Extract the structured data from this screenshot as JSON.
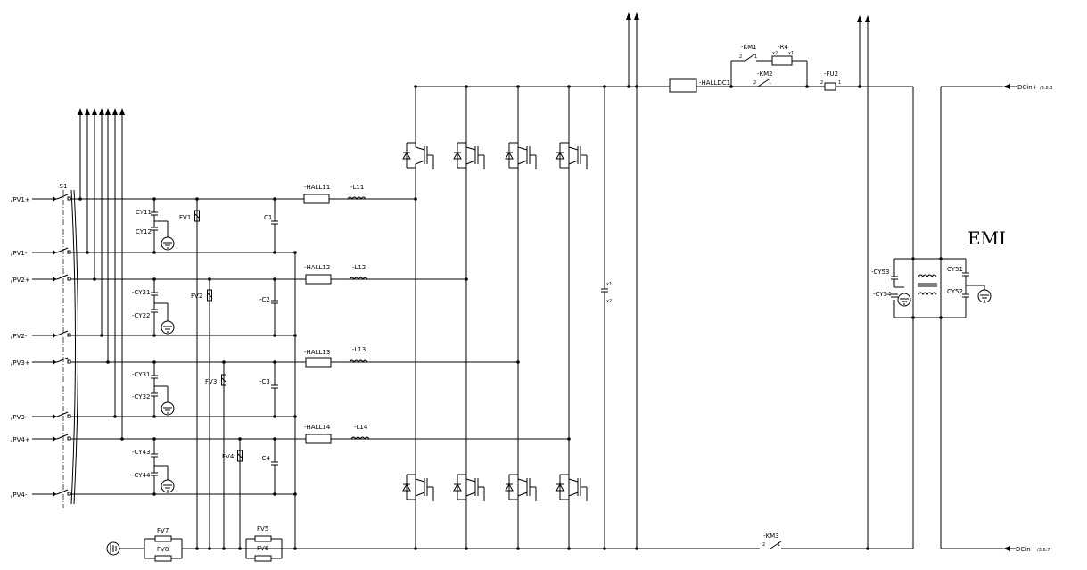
{
  "labels": {
    "pv1p": "/PV1+",
    "pv1n": "/PV1-",
    "pv2p": "/PV2+",
    "pv2n": "/PV2-",
    "pv3p": "/PV3+",
    "pv3n": "/PV3-",
    "pv4p": "/PV4+",
    "pv4n": "/PV4-",
    "s1": "-S1",
    "cy11": "CY11",
    "cy12": "CY12",
    "cy21": "-CY21",
    "cy22": "-CY22",
    "cy31": "-CY31",
    "cy32": "-CY32",
    "cy43": "-CY43",
    "cy44": "-CY44",
    "fv1": "FV1",
    "fv2": "FV2",
    "fv3": "FV3",
    "fv4": "FV4",
    "fv5": "FV5",
    "fv6": "FV6",
    "fv7": "FV7",
    "fv8": "FV8",
    "c1": "C1",
    "c2": "-C2",
    "c3": "-C3",
    "c4": "-C4",
    "hall11": "-HALL11",
    "hall12": "-HALL12",
    "hall13": "-HALL13",
    "hall14": "-HALL14",
    "l11": "-L11",
    "l12": "-L12",
    "l13": "-L13",
    "l14": "-L14",
    "halldc1": "-HALLDC1",
    "km1": "-KM1",
    "km2": "-KM2",
    "km3": "-KM3",
    "r4": "-R4",
    "fu2": "-FU2",
    "cy51": "CY51",
    "cy52": "CY52",
    "cy53": "-CY53",
    "cy54": "-CY54",
    "emi": "EMI",
    "dcinp": "DCin+",
    "dcinp_ref": "/3.8:3",
    "dcinn": "DCin-",
    "dcinn_ref": "/3.8:7",
    "pin1": "1",
    "pin2": "2",
    "x1": "x1",
    "x2": "x2"
  }
}
